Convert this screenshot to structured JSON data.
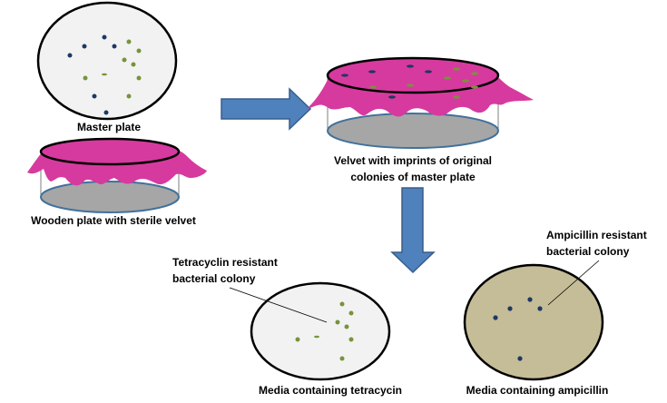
{
  "title": "Replica plating procedure",
  "colors": {
    "plate_fill": "#f2f2f2",
    "ampicillin_media": "#c4bd97",
    "velvet": "#d63a9e",
    "wooden_base": "#a6a6a6",
    "base_outline": "#41719c",
    "arrow_fill": "#4f81bd",
    "arrow_outline": "#385d8a",
    "ampicillin_resistant_colony": "#1f3864",
    "tetracycline_resistant_colony": "#77933c"
  },
  "labels": {
    "master_plate": "Master plate",
    "wooden_plate": "Wooden plate with sterile velvet",
    "velvet_imprint_line1": "Velvet with imprints of original",
    "velvet_imprint_line2": "colonies of master plate",
    "tet_callout_line1": "Tetracyclin resistant",
    "tet_callout_line2": "bacterial colony",
    "amp_callout_line1": "Ampicillin resistant",
    "amp_callout_line2": "bacterial colony",
    "tet_media": "Media containing tetracycin",
    "amp_media": "Media containing ampicillin"
  },
  "colony_counts": {
    "master_plate_blue": 6,
    "master_plate_green": 8,
    "tetracycline_plate_green": 8,
    "ampicillin_plate_blue": 5
  }
}
